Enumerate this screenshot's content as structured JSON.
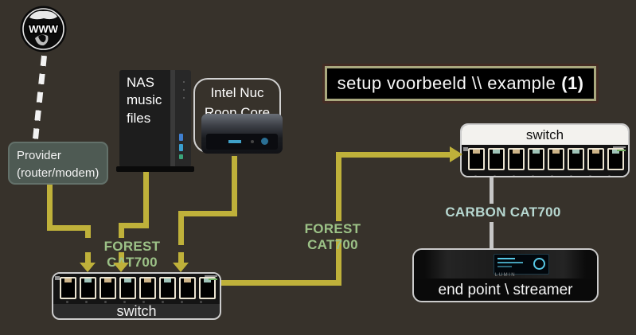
{
  "colors": {
    "bg": "#37322b",
    "wire-yellow": "#bfb13a",
    "cable-grey": "#c6c6c6",
    "forest-text": "#9cc287",
    "carbon-text": "#b7d8d1",
    "title-frame": "#a9a87e",
    "title-outer": "#442c24",
    "provider-fill": "#4e5a53",
    "box-border": "#cccccc"
  },
  "title": {
    "text": "setup voorbeeld \\\\ example",
    "number": "(1)"
  },
  "internet": {
    "label": "WWW"
  },
  "provider": {
    "line1": "Provider",
    "line2": "(router/modem)"
  },
  "nas": {
    "line1": "NAS",
    "line2": "music",
    "line3": "files"
  },
  "nuc": {
    "line1": "Intel Nuc",
    "line2": "Roon Core"
  },
  "switch_left": {
    "label": "switch",
    "ports": 8
  },
  "switch_right": {
    "label": "switch",
    "ports": 8
  },
  "endpoint": {
    "label": "end point \\ streamer",
    "brand": "LUMIN"
  },
  "cables": {
    "forest_label_1": "FOREST CAT700",
    "forest_label_2": "FOREST CAT700",
    "carbon_label": "CARBON CAT700"
  }
}
